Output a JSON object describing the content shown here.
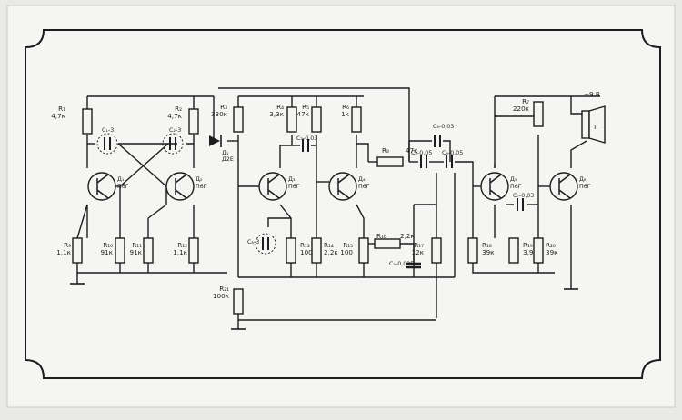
{
  "supply": "−9 В",
  "resistors": [
    {
      "id": "R1",
      "ref": "R₁",
      "value": "4,7к"
    },
    {
      "id": "R2",
      "ref": "R₂",
      "value": "4,7к"
    },
    {
      "id": "R3",
      "ref": "R₃",
      "value": "330к"
    },
    {
      "id": "R4",
      "ref": "R₄",
      "value": "3,3к"
    },
    {
      "id": "R5",
      "ref": "R₅",
      "value": "47к"
    },
    {
      "id": "R6",
      "ref": "R₆",
      "value": "1к"
    },
    {
      "id": "R7",
      "ref": "R₇",
      "value": "220к"
    },
    {
      "id": "R8",
      "ref": "R₈",
      "value": "47к"
    },
    {
      "id": "R9",
      "ref": "R₉",
      "value": "1,1к"
    },
    {
      "id": "R10",
      "ref": "R₁₀",
      "value": "91к"
    },
    {
      "id": "R11",
      "ref": "R₁₁",
      "value": "91к"
    },
    {
      "id": "R12",
      "ref": "R₁₂",
      "value": "1,1к"
    },
    {
      "id": "R13",
      "ref": "R₁₃",
      "value": "100"
    },
    {
      "id": "R14",
      "ref": "R₁₄",
      "value": "2,2к"
    },
    {
      "id": "R15",
      "ref": "R₁₅",
      "value": "100"
    },
    {
      "id": "R16",
      "ref": "R₁₆",
      "value": "2,2к"
    },
    {
      "id": "R17",
      "ref": "R₁₇",
      "value": "12к"
    },
    {
      "id": "R18",
      "ref": "R₁₈",
      "value": "39к"
    },
    {
      "id": "R19",
      "ref": "R₁₉",
      "value": "3,9к"
    },
    {
      "id": "R20",
      "ref": "R₂₀",
      "value": "39к"
    },
    {
      "id": "R21",
      "ref": "R₂₁",
      "value": "100к"
    }
  ],
  "capacitors": [
    {
      "id": "C1",
      "ref": "C₁",
      "value": "3"
    },
    {
      "id": "C2",
      "ref": "C₂",
      "value": "3"
    },
    {
      "id": "C3",
      "ref": "C₃",
      "value": "0,03"
    },
    {
      "id": "C4",
      "ref": "C₄",
      "value": "0,03"
    },
    {
      "id": "C5",
      "ref": "C₅",
      "value": "0,05"
    },
    {
      "id": "C6",
      "ref": "C₆",
      "value": "0,05"
    },
    {
      "id": "C7",
      "ref": "C₇",
      "value": "0,03"
    },
    {
      "id": "C8",
      "ref": "C₈",
      "value": "3"
    },
    {
      "id": "C9",
      "ref": "C₉",
      "value": "0,025"
    }
  ],
  "transistors": [
    {
      "id": "T1",
      "ref": "Д₁",
      "type": "П6Г"
    },
    {
      "id": "T2",
      "ref": "Д₂",
      "type": "П6Г"
    },
    {
      "id": "T3",
      "ref": "Д₃",
      "type": "П6Г"
    },
    {
      "id": "T4",
      "ref": "Д₄",
      "type": "П6Г"
    },
    {
      "id": "T5",
      "ref": "Д₅",
      "type": "П6Г"
    },
    {
      "id": "T6",
      "ref": "Д₆",
      "type": "П6Г"
    }
  ],
  "diode": {
    "ref": "Д₁",
    "type": "Д2Е"
  },
  "speaker_label": "Т"
}
